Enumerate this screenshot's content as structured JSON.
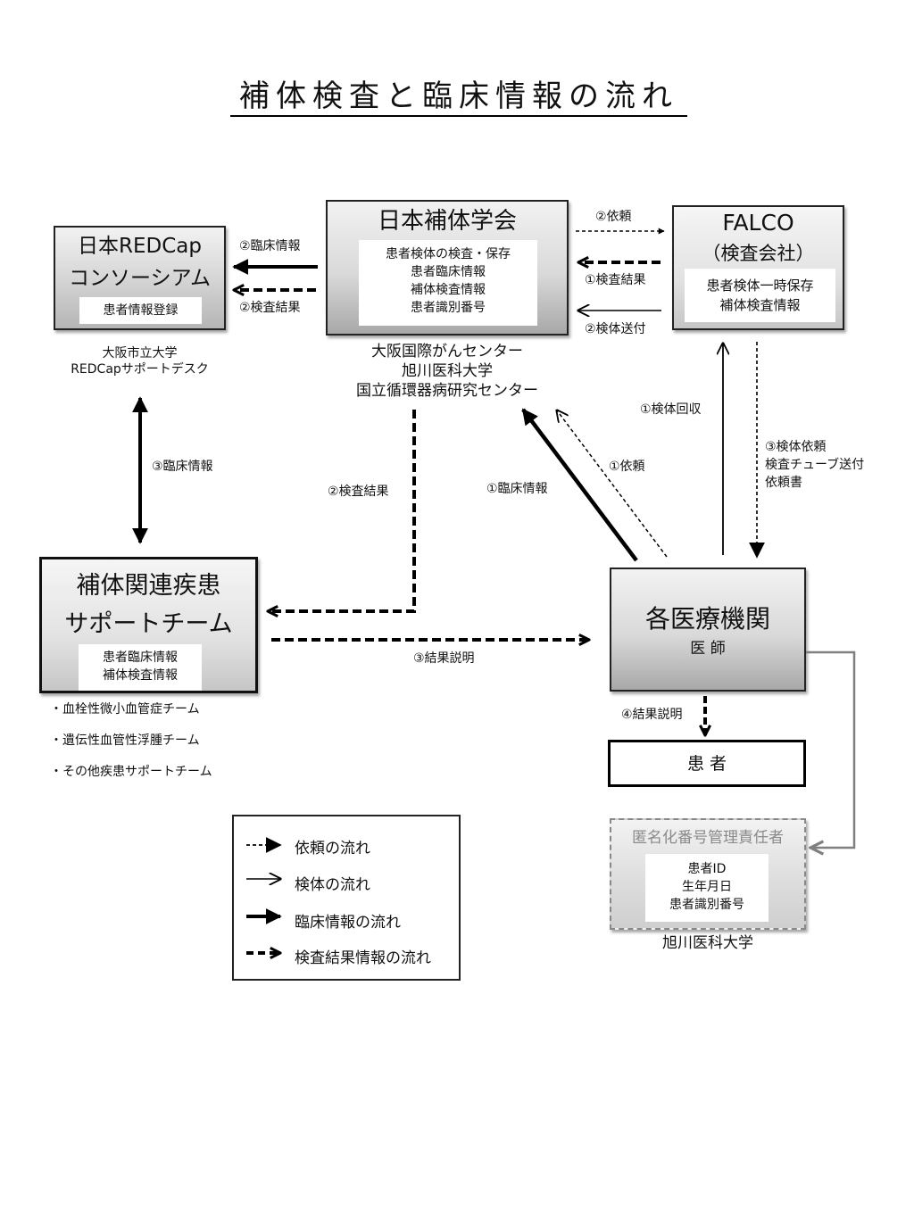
{
  "title": "補体検査と臨床情報の流れ",
  "nodes": {
    "redcap": {
      "title_line1": "日本REDCap",
      "title_line2": "コンソーシアム",
      "inner": [
        "患者情報登録"
      ],
      "caption": [
        "大阪市立大学",
        "REDCapサポートデスク"
      ]
    },
    "society": {
      "title": "日本補体学会",
      "inner": [
        "患者検体の検査・保存",
        "患者臨床情報",
        "補体検査情報",
        "患者識別番号"
      ],
      "caption": [
        "大阪国際がんセンター",
        "旭川医科大学",
        "国立循環器病研究センター"
      ]
    },
    "falco": {
      "title_line1": "FALCO",
      "title_line2": "（検査会社）",
      "inner": [
        "患者検体一時保存",
        "補体検査情報"
      ]
    },
    "support_team": {
      "title_line1": "補体関連疾患",
      "title_line2": "サポートチーム",
      "inner": [
        "患者臨床情報",
        "補体検査情報"
      ],
      "teams": [
        "・血栓性微小血管症チーム",
        "・遺伝性血管性浮腫チーム",
        "・その他疾患サポートチーム"
      ]
    },
    "hospital": {
      "title": "各医療機関",
      "subtitle": "医 師"
    },
    "patient": {
      "title": "患 者"
    },
    "anonymizer": {
      "title": "匿名化番号管理責任者",
      "inner": [
        "患者ID",
        "生年月日",
        "患者識別番号"
      ],
      "caption": "旭川医科大学"
    }
  },
  "edge_labels": {
    "society_to_redcap_clinical": "②臨床情報",
    "society_to_redcap_result": "②検査結果",
    "society_to_falco_request": "②依頼",
    "falco_to_society_result": "①検査結果",
    "society_to_falco_specimen": "②検体送付",
    "redcap_support_clinical": "③臨床情報",
    "society_to_support_result": "②検査結果",
    "hospital_to_society_clinical": "①臨床情報",
    "hospital_to_society_request": "①依頼",
    "hospital_to_falco_specimen": "①検体回収",
    "falco_to_hospital": [
      "③検体依頼",
      "検査チューブ送付",
      "依頼書"
    ],
    "support_to_hospital": "③結果説明",
    "hospital_to_patient": "④結果説明"
  },
  "legend": [
    {
      "style": "dashed-thin",
      "label": "依頼の流れ"
    },
    {
      "style": "solid-thin",
      "label": "検体の流れ"
    },
    {
      "style": "solid-thick",
      "label": "臨床情報の流れ"
    },
    {
      "style": "dashed-thick",
      "label": "検査結果情報の流れ"
    }
  ]
}
